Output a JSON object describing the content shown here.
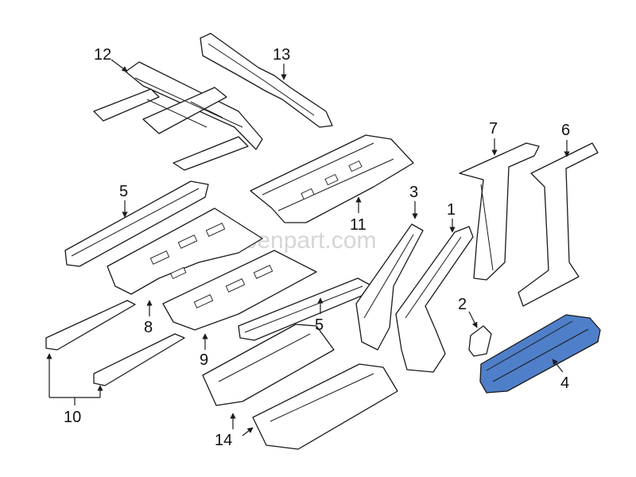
{
  "diagram": {
    "highlight_color": "#4f7fc9",
    "watermark": "www.benpart.com",
    "callouts": {
      "c1": "1",
      "c2": "2",
      "c3": "3",
      "c4": "4",
      "c5a": "5",
      "c5b": "5",
      "c6": "6",
      "c7": "7",
      "c8": "8",
      "c9": "9",
      "c10": "10",
      "c11": "11",
      "c12": "12",
      "c13": "13",
      "c14": "14"
    }
  }
}
